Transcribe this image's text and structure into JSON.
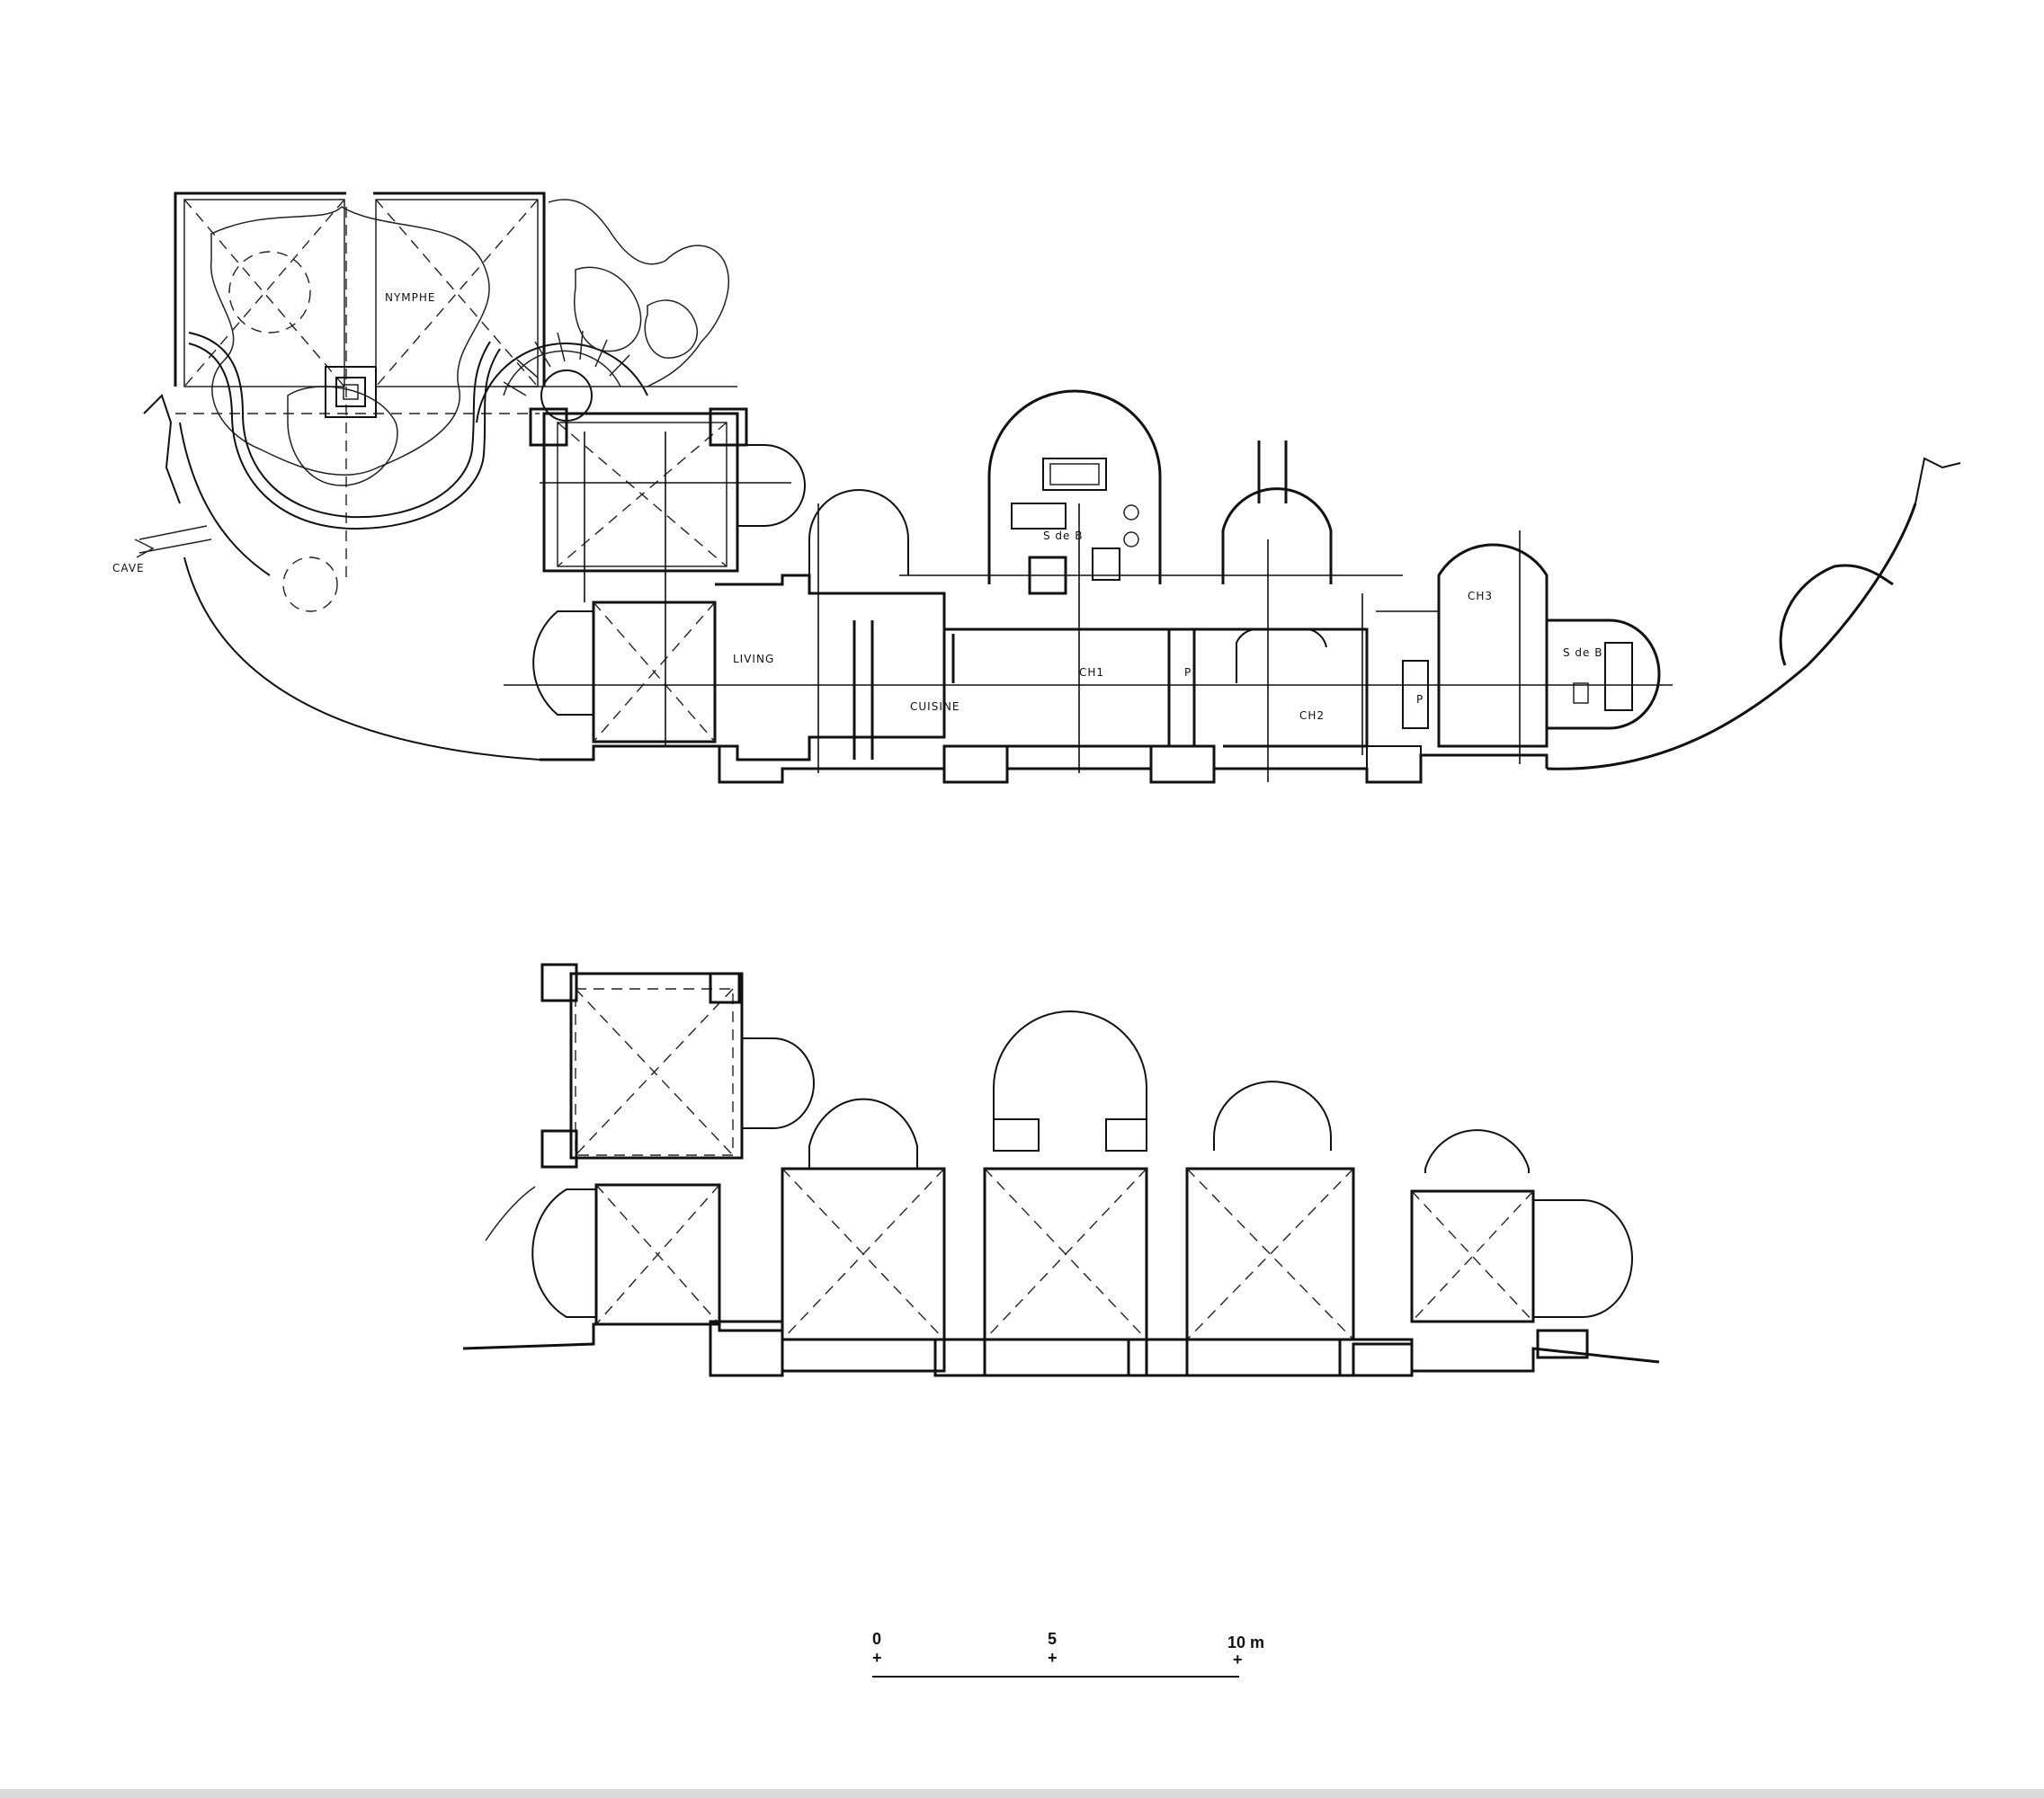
{
  "rooms": {
    "nymphe": "NYMPHE",
    "cave": "CAVE",
    "living": "LIVING",
    "cuisine": "CUISINE",
    "ch1": "CH1",
    "ch2": "CH2",
    "ch3": "CH3",
    "sdb1": "S de B",
    "sdb2": "S de B",
    "p1": "P",
    "p2": "P"
  },
  "scale_bar": {
    "label_0": "0",
    "label_5": "5",
    "label_10": "10 m"
  }
}
